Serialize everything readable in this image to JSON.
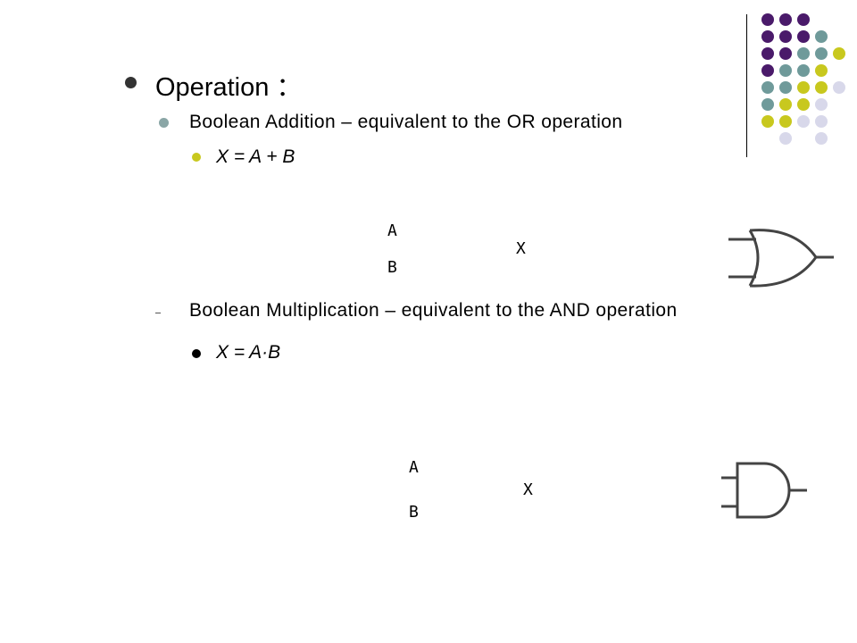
{
  "slide": {
    "heading": "Operation ：",
    "or_section": {
      "title": "Boolean Addition – equivalent to the OR operation",
      "formula": "X = A + B",
      "label_a": "A",
      "label_b": "B",
      "label_x": "X"
    },
    "and_section": {
      "title": "Boolean Multiplication – equivalent to the AND operation",
      "formula": "X = A·B",
      "label_a": "A",
      "label_b": "B",
      "label_x": "X"
    }
  },
  "decoration": {
    "colors": {
      "purple": "#4a1a6a",
      "teal": "#6f9a9a",
      "lime": "#c8c81e",
      "lavender": "#d8d8ea",
      "gray_bullet": "#8aa6a6",
      "gate_stroke": "#444444"
    },
    "dot_grid": [
      [
        "purple",
        "purple",
        "purple",
        "none",
        "none"
      ],
      [
        "purple",
        "purple",
        "purple",
        "teal",
        "none"
      ],
      [
        "purple",
        "purple",
        "teal",
        "teal",
        "lime"
      ],
      [
        "purple",
        "teal",
        "teal",
        "lime",
        "none"
      ],
      [
        "teal",
        "teal",
        "lime",
        "lime",
        "lavender"
      ],
      [
        "teal",
        "lime",
        "lime",
        "lavender",
        "none"
      ],
      [
        "lime",
        "lime",
        "lavender",
        "lavender",
        "none"
      ],
      [
        "none",
        "lavender",
        "none",
        "lavender",
        "none"
      ]
    ]
  }
}
